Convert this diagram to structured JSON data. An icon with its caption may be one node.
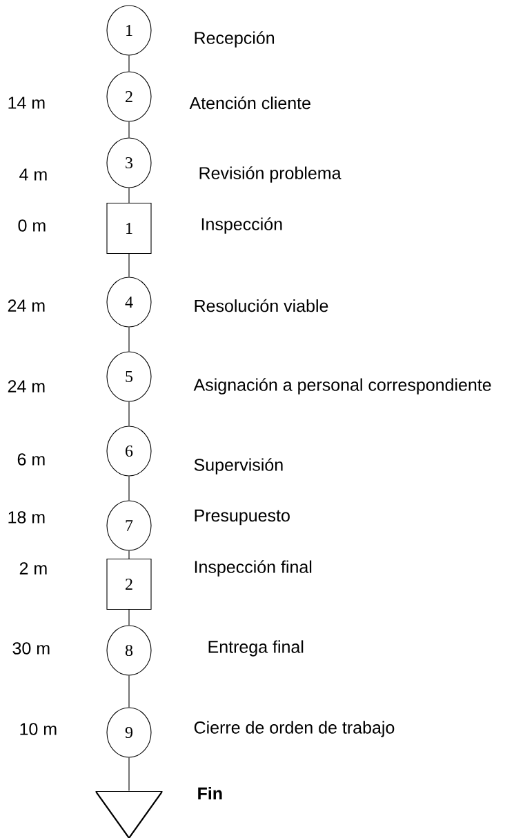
{
  "diagram": {
    "nodes": [
      {
        "text": [
          "1"
        ],
        "beside": [
          "Recepción"
        ]
      },
      {
        "text": [
          "2"
        ],
        "beside": [
          "14 m",
          "Atención cliente"
        ]
      },
      {
        "text": [
          "3"
        ],
        "beside": [
          "4 m",
          "Revisión problema"
        ]
      },
      {
        "text": [
          "1"
        ],
        "beside": [
          "0 m",
          "Inspección"
        ]
      },
      {
        "text": [
          "4"
        ],
        "beside": [
          "24 m",
          "Resolución viable"
        ]
      },
      {
        "text": [
          "5"
        ],
        "beside": [
          "24 m",
          "Asignación a personal correspondiente"
        ]
      },
      {
        "text": [
          "6"
        ],
        "beside": [
          "6 m",
          "Supervisión"
        ]
      },
      {
        "text": [
          "7"
        ],
        "beside": [
          "18 m",
          "Presupuesto"
        ]
      },
      {
        "text": [
          "2"
        ],
        "beside": [
          "2 m",
          "Inspección final"
        ]
      },
      {
        "text": [
          "8"
        ],
        "beside": [
          "30 m",
          "Entrega final"
        ]
      },
      {
        "text": [
          "9"
        ],
        "beside": [
          "10 m",
          "Cierre de orden de trabajo"
        ]
      },
      {
        "text": [],
        "shape": "triangle",
        "beside": [
          "**Fin**"
        ]
      }
    ],
    "edges": [
      {
        "from": 0,
        "to": 1,
        "arrow": "none"
      },
      {
        "from": 1,
        "to": 2,
        "arrow": "none"
      },
      {
        "from": 2,
        "to": 3,
        "arrow": "none"
      },
      {
        "from": 3,
        "to": 4,
        "arrow": "none"
      },
      {
        "from": 4,
        "to": 5,
        "arrow": "none"
      },
      {
        "from": 5,
        "to": 6,
        "arrow": "none"
      },
      {
        "from": 6,
        "to": 7,
        "arrow": "none"
      },
      {
        "from": 7,
        "to": 8,
        "arrow": "none"
      },
      {
        "from": 8,
        "to": 9,
        "arrow": "none"
      },
      {
        "from": 9,
        "to": 10,
        "arrow": "none"
      },
      {
        "from": 10,
        "to": 11,
        "arrow": "none"
      }
    ]
  }
}
